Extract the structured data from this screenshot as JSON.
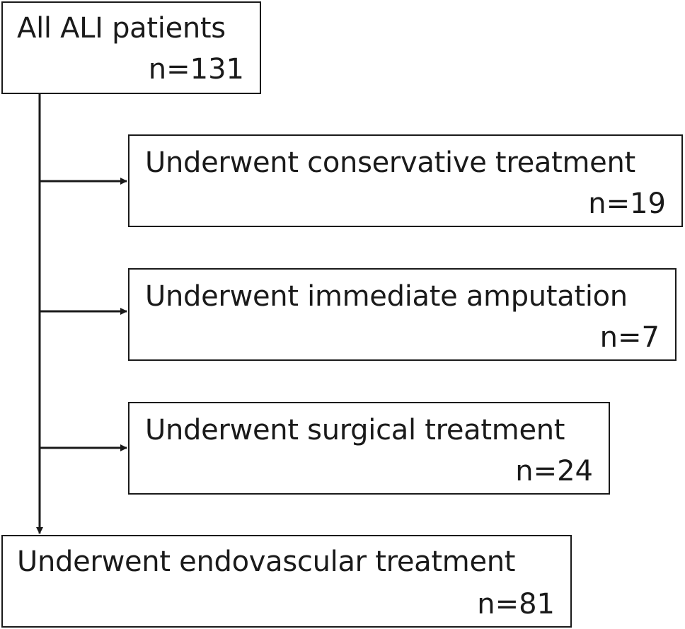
{
  "nodes": {
    "all_patients": {
      "label": "All ALI patients",
      "count": "n=131"
    },
    "conservative": {
      "label": "Underwent conservative treatment",
      "count": "n=19"
    },
    "amputation": {
      "label": "Underwent immediate amputation",
      "count": "n=7"
    },
    "surgical": {
      "label": "Underwent surgical treatment",
      "count": "n=24"
    },
    "endovascular": {
      "label": "Underwent endovascular treatment",
      "count": "n=81"
    }
  },
  "edges": [
    {
      "from": "all_patients",
      "to": "conservative"
    },
    {
      "from": "all_patients",
      "to": "amputation"
    },
    {
      "from": "all_patients",
      "to": "surgical"
    },
    {
      "from": "all_patients",
      "to": "endovascular"
    }
  ]
}
